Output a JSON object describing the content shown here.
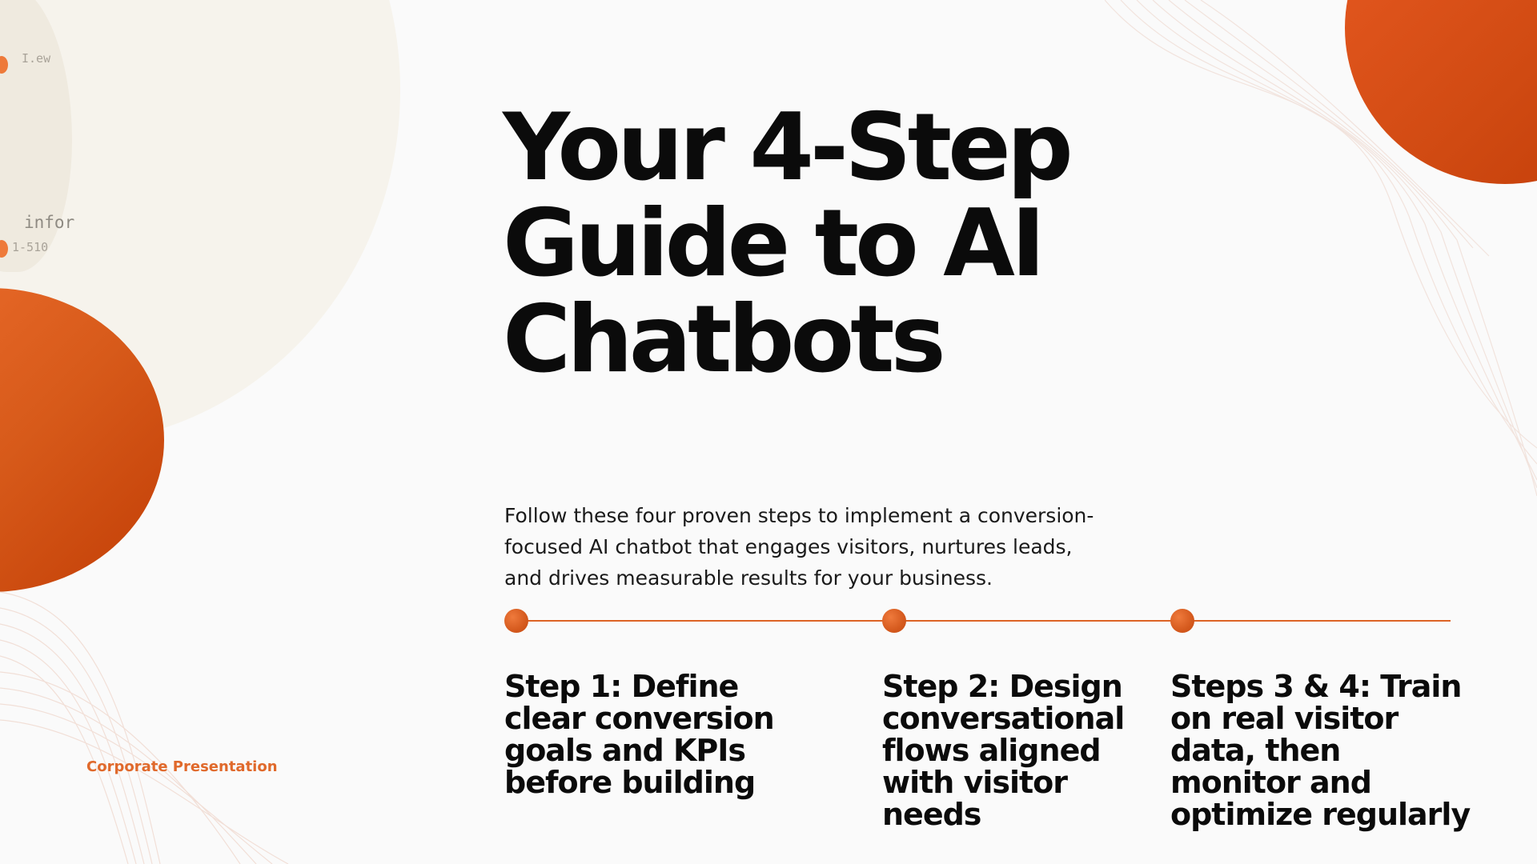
{
  "slide": {
    "title_lines": [
      "Your 4-Step",
      "Guide to AI",
      "Chatbots"
    ],
    "description": "Follow these four proven steps to implement a conversion-focused AI chatbot that engages visitors, nurtures leads, and drives measurable results for your business.",
    "steps": [
      "Step 1: Define clear conversion goals and KPIs before building",
      "Step 2: Design conversational flows aligned with visitor needs",
      "Steps 3 & 4: Train on real visitor data, then monitor and optimize regularly"
    ],
    "footer": "Corporate Presentation"
  },
  "decor": {
    "map_labels": [
      "I.ew",
      "infor",
      "1-510"
    ]
  },
  "colors": {
    "accent": "#dd6325",
    "title": "#0b0b0b",
    "background": "#fafafa"
  }
}
